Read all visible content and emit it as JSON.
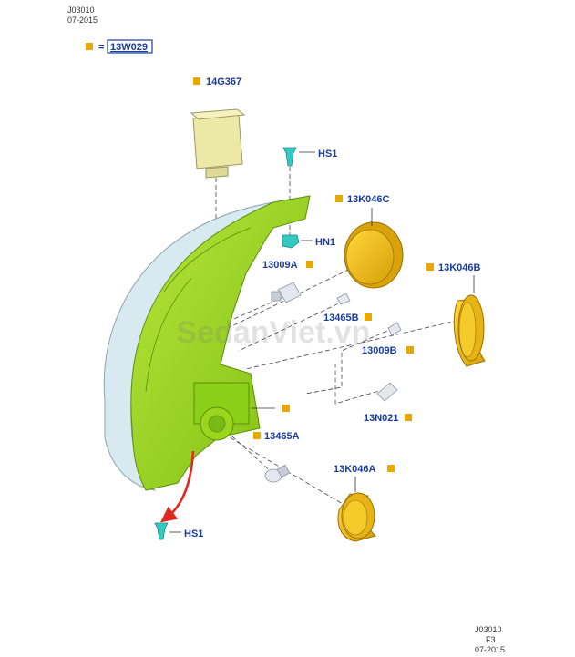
{
  "header": {
    "code": "J03010",
    "date": "07-2015"
  },
  "footer": {
    "code": "J03010",
    "sheet": "F3",
    "date": "07-2015"
  },
  "legend": {
    "equals": "=",
    "reference": "13W029",
    "marker_color": "#e8a800"
  },
  "watermark": "SedanViet.vn",
  "parts": {
    "p14G367": "14G367",
    "hs1_top": "HS1",
    "hn1": "HN1",
    "p13K046C": "13K046C",
    "p13009A": "13009A",
    "p13K046B": "13K046B",
    "p13465B": "13465B",
    "p13009B": "13009B",
    "p13N021": "13N021",
    "p13465A": "13465A",
    "p13K046A": "13K046A",
    "hs1_bottom": "HS1"
  },
  "colors": {
    "housing": "#9bd51c",
    "housing_dark": "#6aa312",
    "lens": "#cfe3ea",
    "module": "#ece9a6",
    "cap": "#f2c21a",
    "cap_dark": "#c7950a",
    "clip": "#35c9c4",
    "label": "#1a3d9c",
    "marker": "#e8a800",
    "arrow": "#e0281e"
  }
}
